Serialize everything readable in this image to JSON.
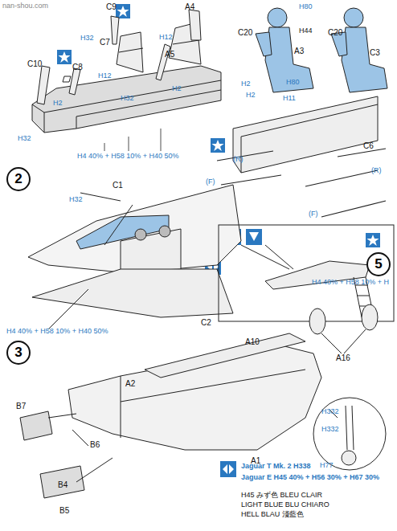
{
  "diagram": {
    "nodes": [
      {
        "text": [
          "2"
        ]
      },
      {
        "text": [
          "3"
        ]
      },
      {
        "text": [
          "5"
        ]
      }
    ],
    "labels": [
      "nan-shou.com",
      "C9",
      "A4",
      "H32",
      "H12",
      "C7",
      "A5",
      "C10",
      "C8",
      "H12",
      "H32",
      "H2",
      "H2",
      "H32",
      "H4 40% + H58 10% + H40 50%",
      "C20",
      "H80",
      "H44",
      "A3",
      "C20",
      "C3",
      "H2",
      "H80",
      "H2",
      "H11",
      "(R)",
      "(F)",
      "(R)",
      "(F)",
      "C6",
      "C1",
      "H32",
      "C2",
      "H4 40% + H58 10% + H40 50%",
      "A10",
      "A16",
      "H4 40% + H58 10% + H",
      "A2",
      "A1",
      "B7",
      "B6",
      "B4",
      "B5",
      "H332",
      "H332",
      "H77",
      "Jaguar T Mk. 2 H338",
      "Jaguar E H45 40% + H56 30% + H67 30%",
      "H45 みず色 BLEU CLAIR",
      "LIGHT BLUE BLU CHIARO",
      "HELL BLAU 淺藍色"
    ]
  }
}
